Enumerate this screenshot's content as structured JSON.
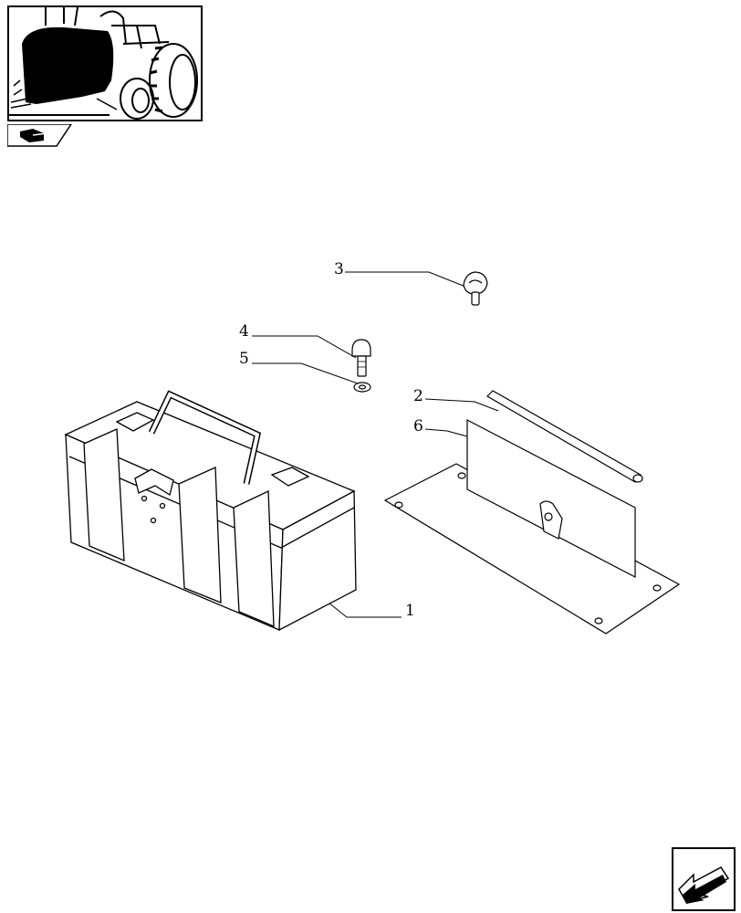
{
  "callouts": {
    "item1": "1",
    "item2": "2",
    "item3": "3",
    "item4": "4",
    "item5": "5",
    "item6": "6"
  },
  "icons": {
    "thumbnail": "tractor-location-thumbnail",
    "tab": "book-page-icon",
    "next": "next-page-arrow-icon"
  }
}
